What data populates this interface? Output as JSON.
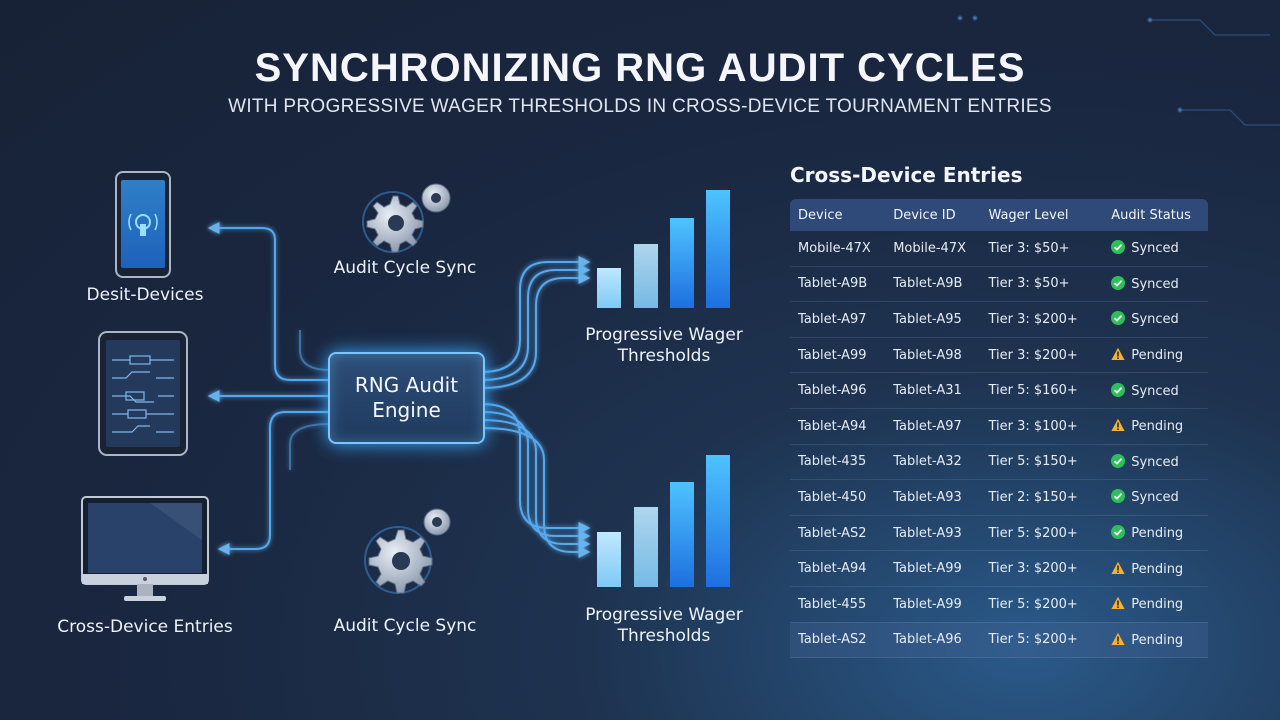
{
  "title": "SYNCHRONIZING RNG AUDIT CYCLES",
  "subtitle": "WITH PROGRESSIVE WAGER THRESHOLDS IN CROSS-DEVICE TOURNAMENT ENTRIES",
  "diagram": {
    "engine_line1": "RNG Audit",
    "engine_line2": "Engine",
    "device_labels": [
      "Desit-Devices",
      "Cross-Device Entries"
    ],
    "sync_labels": [
      "Audit Cycle Sync",
      "Audit Cycle Sync"
    ],
    "threshold_labels": [
      {
        "line1": "Progressive Wager",
        "line2": "Thresholds"
      },
      {
        "line1": "Progressive Wager",
        "line2": "Thresholds"
      }
    ],
    "colors": {
      "accent": "#3aa8ff",
      "glow": "#7cc6ff",
      "synced": "#2fbf5a",
      "pending": "#f2b233"
    },
    "icons": [
      "smartphone-icon",
      "tablet-icon",
      "monitor-icon",
      "gears-icon",
      "bar-chart-icon"
    ]
  },
  "table": {
    "title": "Cross-Device Entries",
    "headers": [
      "Device",
      "Device ID",
      "Wager Level",
      "Audit Status"
    ],
    "rows": [
      {
        "device": "Mobile-47X",
        "id": "Mobile-47X",
        "wager": "Tier 3: $50+",
        "status": "Synced",
        "status_icon": "check-icon"
      },
      {
        "device": "Tablet-A9B",
        "id": "Tablet-A9B",
        "wager": "Tier 3: $50+",
        "status": "Synced",
        "status_icon": "check-icon"
      },
      {
        "device": "Tablet-A97",
        "id": "Tablet-A95",
        "wager": "Tier 3: $200+",
        "status": "Synced",
        "status_icon": "check-icon"
      },
      {
        "device": "Tablet-A99",
        "id": "Tablet-A98",
        "wager": "Tier 3: $200+",
        "status": "Pending",
        "status_icon": "warning-icon"
      },
      {
        "device": "Tablet-A96",
        "id": "Tablet-A31",
        "wager": "Tier 5: $160+",
        "status": "Synced",
        "status_icon": "check-icon"
      },
      {
        "device": "Tablet-A94",
        "id": "Tablet-A97",
        "wager": "Tier 3: $100+",
        "status": "Pending",
        "status_icon": "warning-icon"
      },
      {
        "device": "Tablet-435",
        "id": "Tablet-A32",
        "wager": "Tier 5: $150+",
        "status": "Synced",
        "status_icon": "check-icon"
      },
      {
        "device": "Tablet-450",
        "id": "Tablet-A93",
        "wager": "Tier 2: $150+",
        "status": "Synced",
        "status_icon": "check-icon"
      },
      {
        "device": "Tablet-AS2",
        "id": "Tablet-A93",
        "wager": "Tier 5: $200+",
        "status": "Pending",
        "status_icon": "check-icon"
      },
      {
        "device": "Tablet-A94",
        "id": "Tablet-A99",
        "wager": "Tier 3: $200+",
        "status": "Pending",
        "status_icon": "warning-icon"
      },
      {
        "device": "Tablet-455",
        "id": "Tablet-A99",
        "wager": "Tier 5: $200+",
        "status": "Pending",
        "status_icon": "warning-icon"
      },
      {
        "device": "Tablet-AS2",
        "id": "Tablet-A96",
        "wager": "Tier 5: $200+",
        "status": "Pending",
        "status_icon": "warning-icon"
      }
    ]
  }
}
